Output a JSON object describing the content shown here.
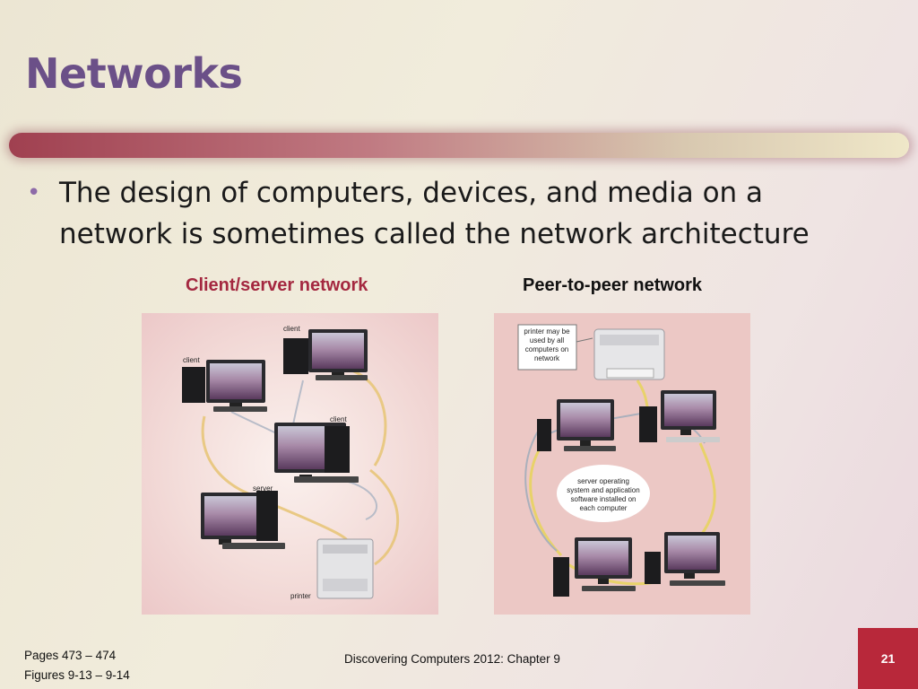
{
  "slide": {
    "title": "Networks",
    "bullet": "The design of computers, devices, and media on a network is sometimes called the network architecture"
  },
  "figures": {
    "client_server": {
      "heading": "Client/server network",
      "labels": {
        "client_top": "client",
        "client_left": "client",
        "client_mid": "client",
        "server": "server",
        "printer": "printer"
      }
    },
    "peer_to_peer": {
      "heading": "Peer-to-peer network",
      "callout_printer": [
        "printer may be",
        "used by all",
        "computers on",
        "network"
      ],
      "callout_center": [
        "server operating",
        "system and application",
        "software installed on",
        "each computer"
      ]
    }
  },
  "footer": {
    "pages": "Pages 473 – 474",
    "figures": "Figures 9-13 – 9-14",
    "book": "Discovering Computers 2012: Chapter 9",
    "page_number": "21"
  },
  "colors": {
    "title": "#6b5088",
    "accent_red": "#b8283a",
    "client_server_heading": "#a42840"
  }
}
